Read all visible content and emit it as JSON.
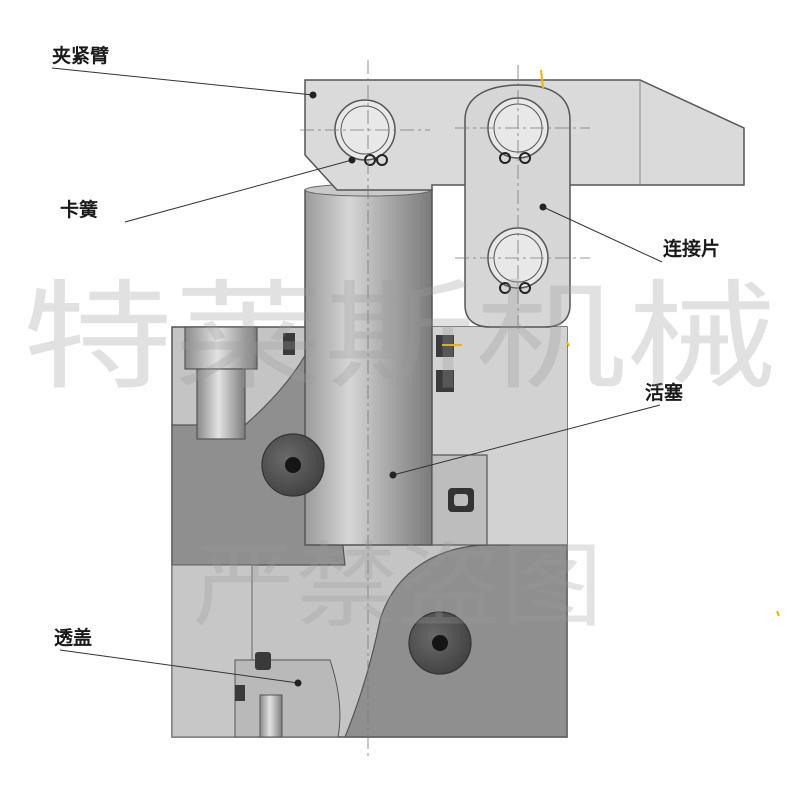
{
  "labels": {
    "clamp_arm": "夹紧臂",
    "circlip": "卡簧",
    "link_plate": "连接片",
    "piston": "活塞",
    "cover": "透盖"
  },
  "watermarks": {
    "main": "特莱斯机械",
    "secondary": "严禁盗图"
  },
  "colors": {
    "body_dark": "#8e8e8e",
    "body_light": "#bdbdbd",
    "arm_fill": "#dadada",
    "piston_fill": "#a9a9a9",
    "outline": "#555555",
    "accent": "#f0b400"
  }
}
